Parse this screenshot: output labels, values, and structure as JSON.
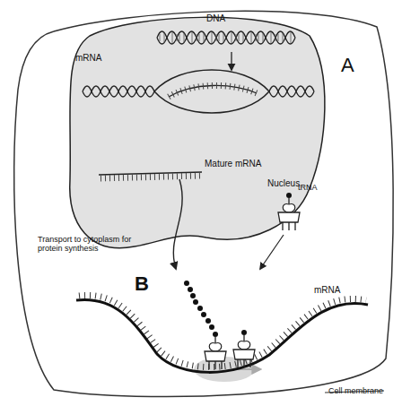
{
  "diagram": {
    "nodes": [
      {
        "text": [
          "DNA",
          "mRNA",
          "Mature mRNA",
          "Nucleus"
        ]
      }
    ],
    "labels": [
      "A",
      "Transport to cytoplasm for protein synthesis",
      "B",
      "tRNA",
      "mRNA",
      "Cell membrane"
    ]
  }
}
